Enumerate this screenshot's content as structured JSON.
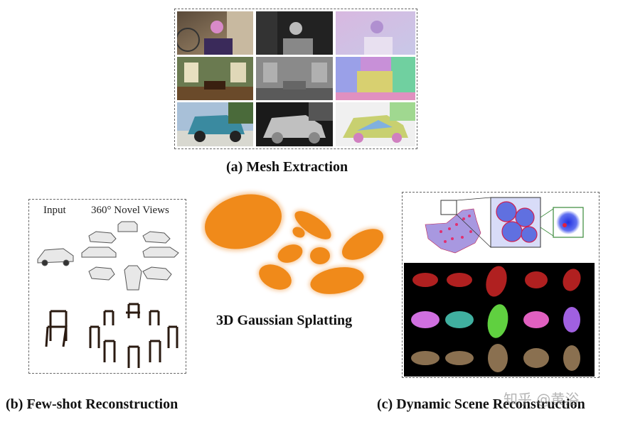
{
  "captions": {
    "a": "(a) Mesh Extraction",
    "b": "(b) Few-shot Reconstruction",
    "c": "(c) Dynamic Scene Reconstruction",
    "center": "3D Gaussian Splatting"
  },
  "few_shot": {
    "input_label": "Input",
    "novel_label": "360° Novel Views"
  },
  "watermark": "知乎 @黄浴",
  "colors": {
    "splat_orange": "#f08a1a",
    "border": "#666666"
  }
}
